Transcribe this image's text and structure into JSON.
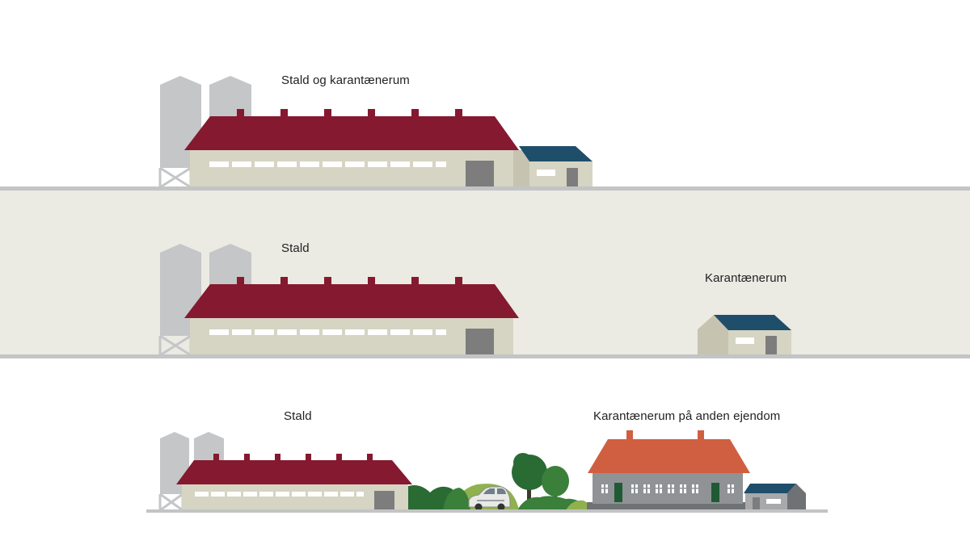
{
  "scenarios": [
    {
      "label": "Stald og karantænerum"
    },
    {
      "label": "Stald",
      "label2": "Karantænerum"
    },
    {
      "label": "Stald",
      "label2": "Karantænerum på anden ejendom"
    }
  ],
  "colors": {
    "band": "#ebeae3",
    "ground": "#c3c4c5",
    "silo": "#c5c6c8",
    "barn_roof": "#85192f",
    "barn_wall": "#d6d4c3",
    "barn_wall_side": "#c6c4b1",
    "window": "#ffffff",
    "door": "#7d7d7d",
    "quarantine_roof": "#1f4e6b",
    "farmhouse_roof": "#d05f42",
    "farmhouse_wall": "#8f9395",
    "farmhouse_door": "#1f5a35",
    "tree_dark": "#2a6a33",
    "tree_mid": "#3a7f3a",
    "bush_light": "#8fb24f",
    "car": "#e9e9e6"
  }
}
